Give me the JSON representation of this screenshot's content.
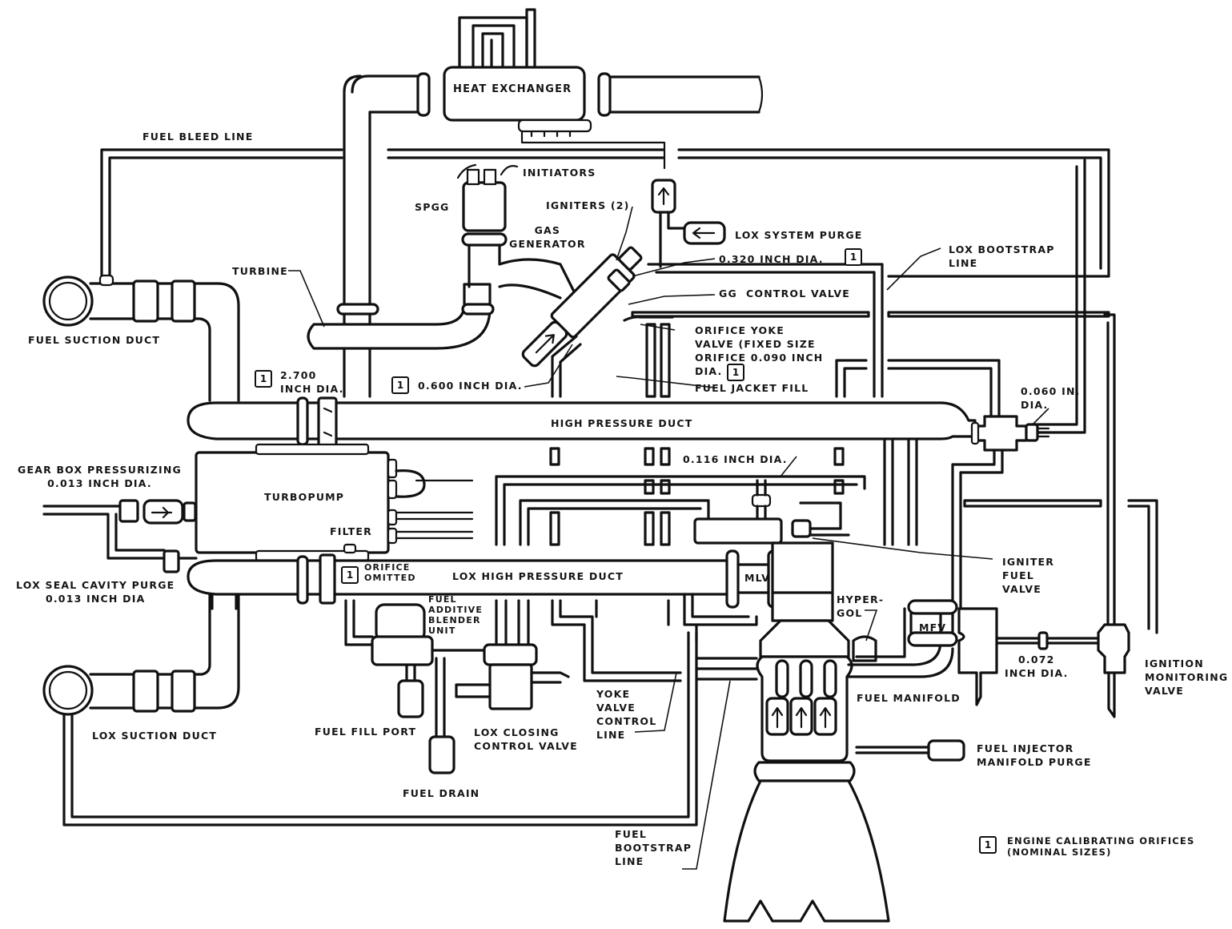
{
  "figure": {
    "subject": "Rocket engine propellant feed and control system schematic",
    "legend": {
      "badge": "1",
      "text": "ENGINE CALIBRATING ORIFICES\n(NOMINAL SIZES)"
    },
    "components": {
      "heat_exchanger": "HEAT EXCHANGER",
      "fuel_bleed_line": "FUEL BLEED LINE",
      "initiators": "INITIATORS",
      "spgg": "SPGG",
      "igniters": "IGNITERS (2)",
      "gas_generator": "GAS\nGENERATOR",
      "turbine": "TURBINE",
      "lox_system_purge": "LOX SYSTEM PURGE",
      "lox_bootstrap_line": "LOX BOOTSTRAP\nLINE",
      "gg_control_valve": "GG  CONTROL VALVE",
      "orifice_yoke_valve": "ORIFICE YOKE\nVALVE (FIXED SIZE\nORIFICE 0.090 INCH\nDIA.",
      "fuel_jacket_fill": "FUEL JACKET FILL",
      "fuel_suction_duct": "FUEL SUCTION DUCT",
      "high_pressure_duct": "HIGH PRESSURE DUCT",
      "gear_box_pressurizing": "GEAR BOX PRESSURIZING\n0.013 INCH DIA.",
      "turbopump": "TURBOPUMP",
      "filter": "FILTER",
      "lox_seal_cavity_purge": "LOX SEAL CAVITY PURGE\n0.013 INCH DIA",
      "orifice_omitted": "ORIFICE\nOMITTED",
      "lox_high_pressure_duct": "LOX HIGH PRESSURE DUCT",
      "mlv": "MLV",
      "igniter_fuel_valve": "IGNITER\nFUEL\nVALVE",
      "hypergol": "HYPER-\nGOL",
      "mfv": "MFV",
      "fuel_additive_blender_unit": "FUEL\nADDITIVE\nBLENDER\nUNIT",
      "fuel_fill_port": "FUEL FILL PORT",
      "fuel_drain": "FUEL DRAIN",
      "lox_closing_control_valve": "LOX CLOSING\nCONTROL VALVE",
      "yoke_valve_control_line": "YOKE\nVALVE\nCONTROL\nLINE",
      "fuel_manifold": "FUEL MANIFOLD",
      "ignition_monitoring_valve": "IGNITION\nMONITORING\nVALVE",
      "fuel_injector_manifold_purge": "FUEL INJECTOR\nMANIFOLD PURGE",
      "lox_suction_duct": "LOX SUCTION DUCT",
      "fuel_bootstrap_line": "FUEL\nBOOTSTRAP\nLINE"
    },
    "orifices": {
      "dia_0_320": "0.320 INCH DIA.",
      "dia_2_700": "2.700\nINCH DIA.",
      "dia_0_600": "0.600 INCH DIA.",
      "dia_0_060": "0.060 IN.\nDIA.",
      "dia_0_116": "0.116 INCH DIA.",
      "dia_0_072": "0.072\nINCH DIA."
    }
  }
}
